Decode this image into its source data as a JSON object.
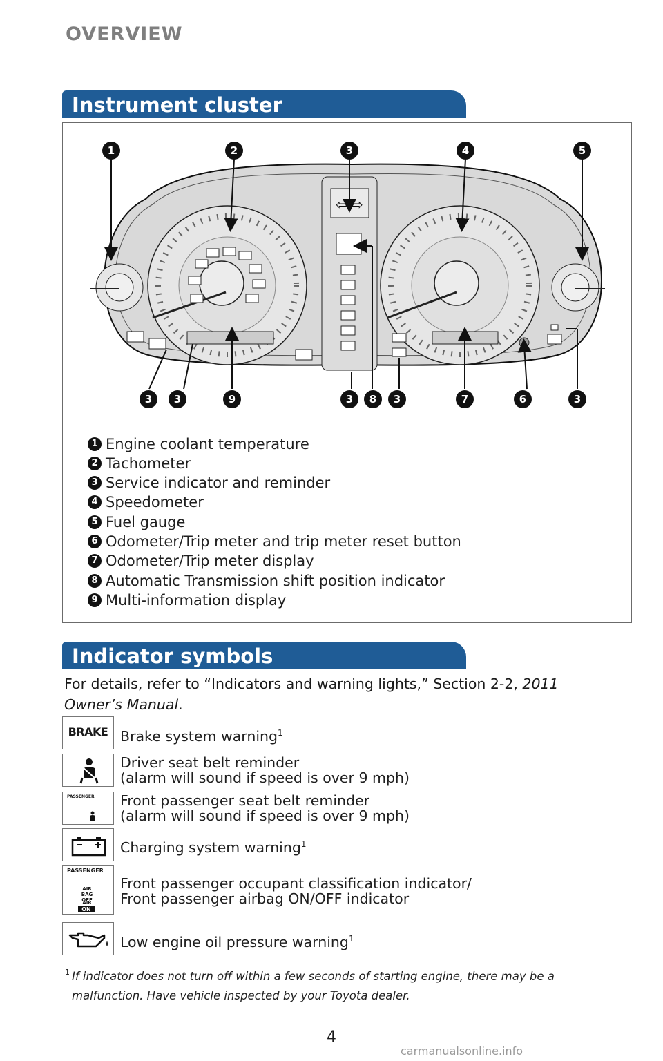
{
  "header": {
    "section": "OVERVIEW"
  },
  "cluster": {
    "tab_title": "Instrument cluster",
    "top_callouts": [
      "1",
      "2",
      "3",
      "4",
      "5"
    ],
    "bottom_callouts": [
      "3",
      "3",
      "9",
      "3",
      "8",
      "3",
      "7",
      "6",
      "3"
    ],
    "legend": [
      {
        "num": "1",
        "text": "Engine coolant temperature"
      },
      {
        "num": "2",
        "text": "Tachometer"
      },
      {
        "num": "3",
        "text": "Service indicator and reminder"
      },
      {
        "num": "4",
        "text": "Speedometer"
      },
      {
        "num": "5",
        "text": "Fuel gauge"
      },
      {
        "num": "6",
        "text": "Odometer/Trip meter and trip meter reset button"
      },
      {
        "num": "7",
        "text": "Odometer/Trip meter display"
      },
      {
        "num": "8",
        "text": "Automatic Transmission shift position indicator"
      },
      {
        "num": "9",
        "text": "Multi-information display"
      }
    ]
  },
  "indicators": {
    "tab_title": "Indicator symbols",
    "details_prefix": "For details, refer to “Indicators and warning lights,” Section 2-2, ",
    "details_manual": "2011 Owner’s Manual",
    "details_suffix": ".",
    "items": [
      {
        "icon": "brake-warning-icon",
        "icon_text": "BRAKE",
        "line1": "Brake system warning",
        "sup": "1",
        "line2": ""
      },
      {
        "icon": "driver-seatbelt-icon",
        "line1": "Driver seat belt reminder",
        "sup": "",
        "line2": "(alarm will sound if speed is over 9 mph)"
      },
      {
        "icon": "passenger-seatbelt-icon",
        "icon_text": "PASSENGER",
        "line1": "Front passenger seat belt reminder",
        "sup": "",
        "line2": "(alarm will sound if speed is over 9 mph)"
      },
      {
        "icon": "battery-icon",
        "line1": "Charging system warning",
        "sup": "1",
        "line2": ""
      },
      {
        "icon": "passenger-airbag-icon",
        "icon_text": "PASSENGER",
        "icon_off": "AIR BAG OFF",
        "icon_on_top": "AIR BAG",
        "icon_on": "ON",
        "line1": "Front passenger occupant classification indicator/",
        "sup": "",
        "line2": "Front passenger airbag ON/OFF indicator"
      },
      {
        "icon": "oil-pressure-icon",
        "line1": "Low engine oil pressure warning",
        "sup": "1",
        "line2": ""
      }
    ]
  },
  "footnote": {
    "mark": "1",
    "text": "If indicator does not turn off within a few seconds of starting engine, there may be a malfunction. Have vehicle inspected by your Toyota dealer."
  },
  "page_number": "4",
  "watermark": "carmanualsonline.info"
}
